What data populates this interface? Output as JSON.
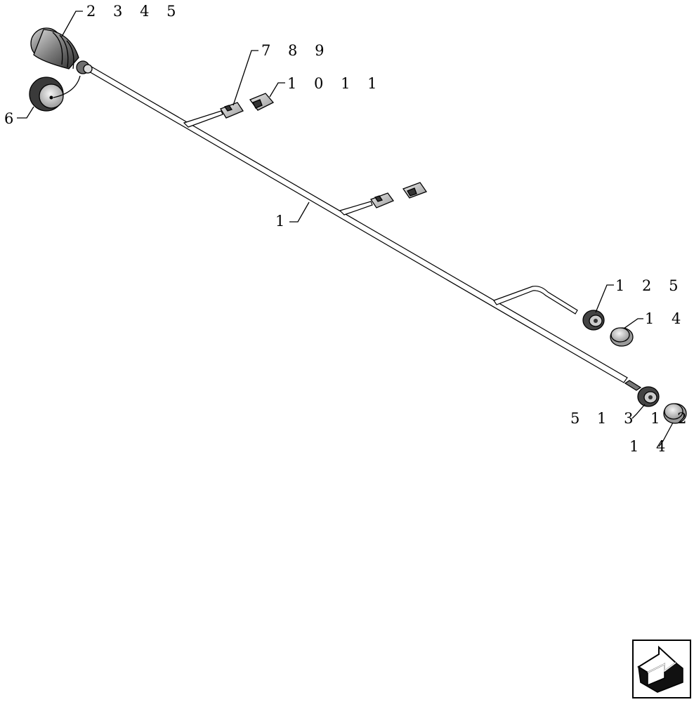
{
  "callouts": {
    "c2345": "2 3 4 5",
    "c789": "7 8 9",
    "c1011": "1 0 1 1",
    "c6": "6",
    "c1": "1",
    "c125": "1 2 5",
    "c14a": "1 4",
    "c5132": "5 1 3 1 2",
    "c14b": "1 4"
  },
  "icons": {
    "nav": "return-arrow-icon"
  },
  "colors": {
    "line": "#000000",
    "background": "#ffffff",
    "connector_dark": "#2a2a2a",
    "connector_mid": "#7a7a7a",
    "cap_light": "#e4e4e4"
  }
}
